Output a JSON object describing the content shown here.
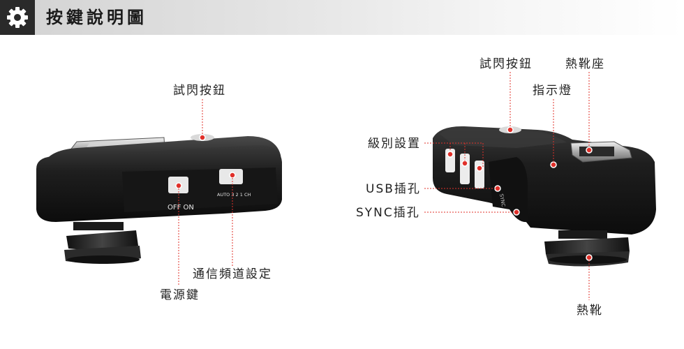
{
  "header": {
    "title": "按鍵說明圖",
    "icon": "gear-icon",
    "icon_bg": "#2a2a2a"
  },
  "left_device": {
    "labels": {
      "test_button": "試閃按鈕",
      "channel_setting": "通信頻道設定",
      "power_key": "電源鍵"
    },
    "switch_text": {
      "off_on": "OFF  ON",
      "channels": "AUTO 3 2 1 CH"
    }
  },
  "right_device": {
    "labels": {
      "test_button": "試閃按鈕",
      "hot_shoe_seat": "熱靴座",
      "indicator": "指示燈",
      "level_setting": "級別設置",
      "usb_port": "USB插孔",
      "sync_port": "SYNC插孔",
      "hot_shoe": "熱靴"
    },
    "port_text": "SYNC"
  },
  "colors": {
    "marker_red": "#e0302a",
    "leader_line": "#e0302a",
    "device_body": "#1c1c1c",
    "label_text": "#222222"
  }
}
